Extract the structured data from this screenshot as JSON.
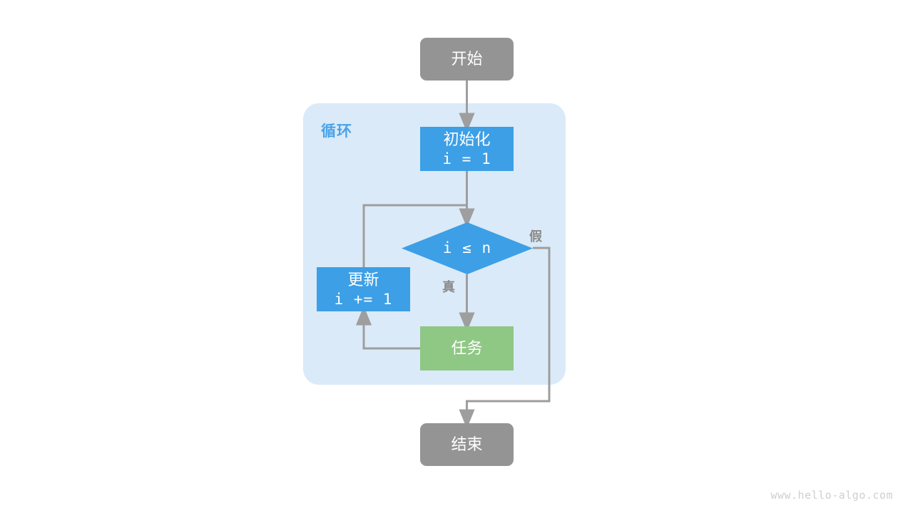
{
  "diagram": {
    "title_text": "循环",
    "watermark": "www.hello-algo.com",
    "colors": {
      "terminal": "#949494",
      "process_blue": "#3d9fe6",
      "process_green": "#8fc785",
      "loop_container": "#daeaf8",
      "loop_label": "#4aa3e8",
      "edge": "#9e9e9e",
      "background": "#ffffff",
      "watermark": "#cfcfcf"
    },
    "nodes": {
      "start": {
        "label": "开始"
      },
      "init": {
        "line1": "初始化",
        "line2": "i = 1"
      },
      "decision": {
        "label": "i ≤ n"
      },
      "update": {
        "line1": "更新",
        "line2": "i += 1"
      },
      "task": {
        "label": "任务"
      },
      "end": {
        "label": "结束"
      }
    },
    "edge_labels": {
      "true": "真",
      "false": "假"
    }
  }
}
